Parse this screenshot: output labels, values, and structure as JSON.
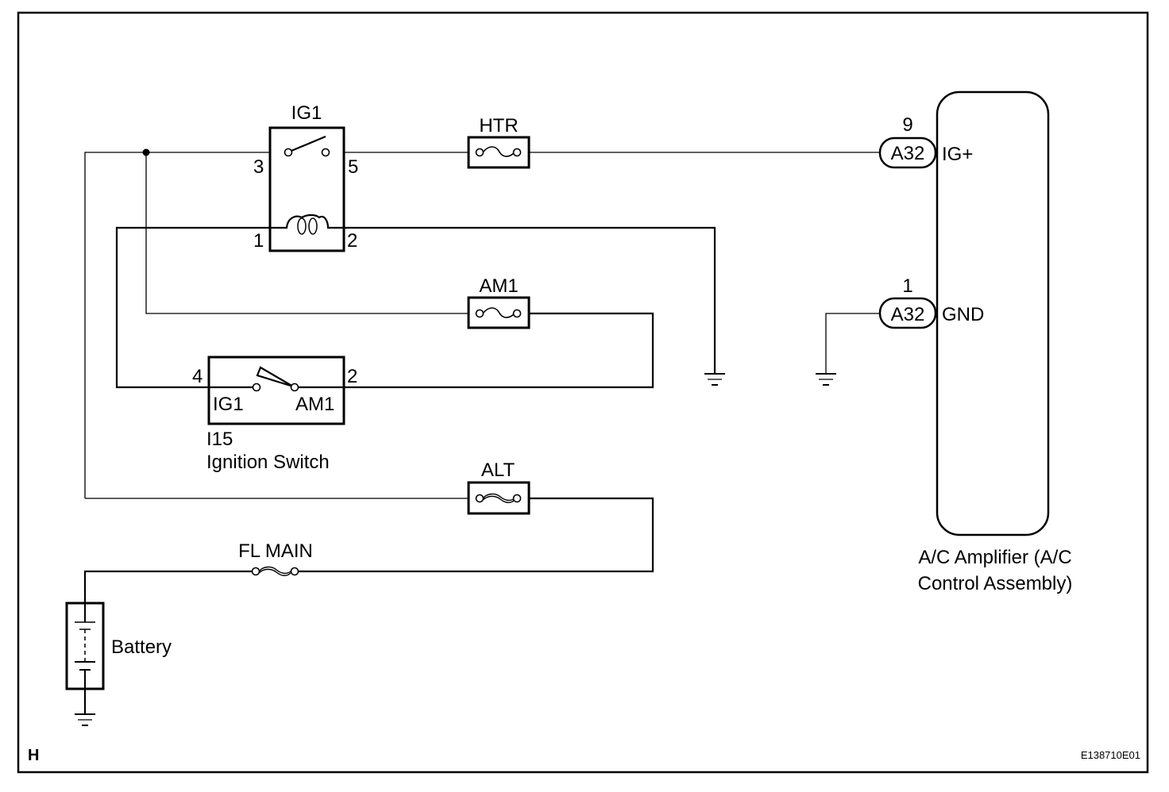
{
  "diagram": {
    "sheet_letter": "H",
    "figure_code": "E138710E01",
    "colors": {
      "ink": "#000000",
      "background": "#ffffff"
    },
    "relay": {
      "name": "IG1",
      "pins": {
        "p3": "3",
        "p5": "5",
        "p1": "1",
        "p2": "2"
      }
    },
    "fuses": {
      "htr": "HTR",
      "am1": "AM1",
      "alt": "ALT",
      "fl_main": "FL MAIN"
    },
    "ignition_switch": {
      "code": "I15",
      "name": "Ignition Switch",
      "pin_left": "4",
      "pin_right": "2",
      "contact_left": "IG1",
      "contact_right": "AM1"
    },
    "amplifier": {
      "name_line1": "A/C Amplifier (A/C",
      "name_line2": "Control Assembly)",
      "connectors": [
        {
          "pin": "9",
          "connector": "A32",
          "signal": "IG+"
        },
        {
          "pin": "1",
          "connector": "A32",
          "signal": "GND"
        }
      ]
    },
    "battery": {
      "label": "Battery"
    },
    "icons": {
      "ground": "ground-symbol",
      "fuse": "fuse-symbol",
      "fusible_link": "fusible-link-symbol",
      "relay_coil": "coil-symbol",
      "switch": "switch-symbol",
      "junction": "junction-dot"
    }
  }
}
